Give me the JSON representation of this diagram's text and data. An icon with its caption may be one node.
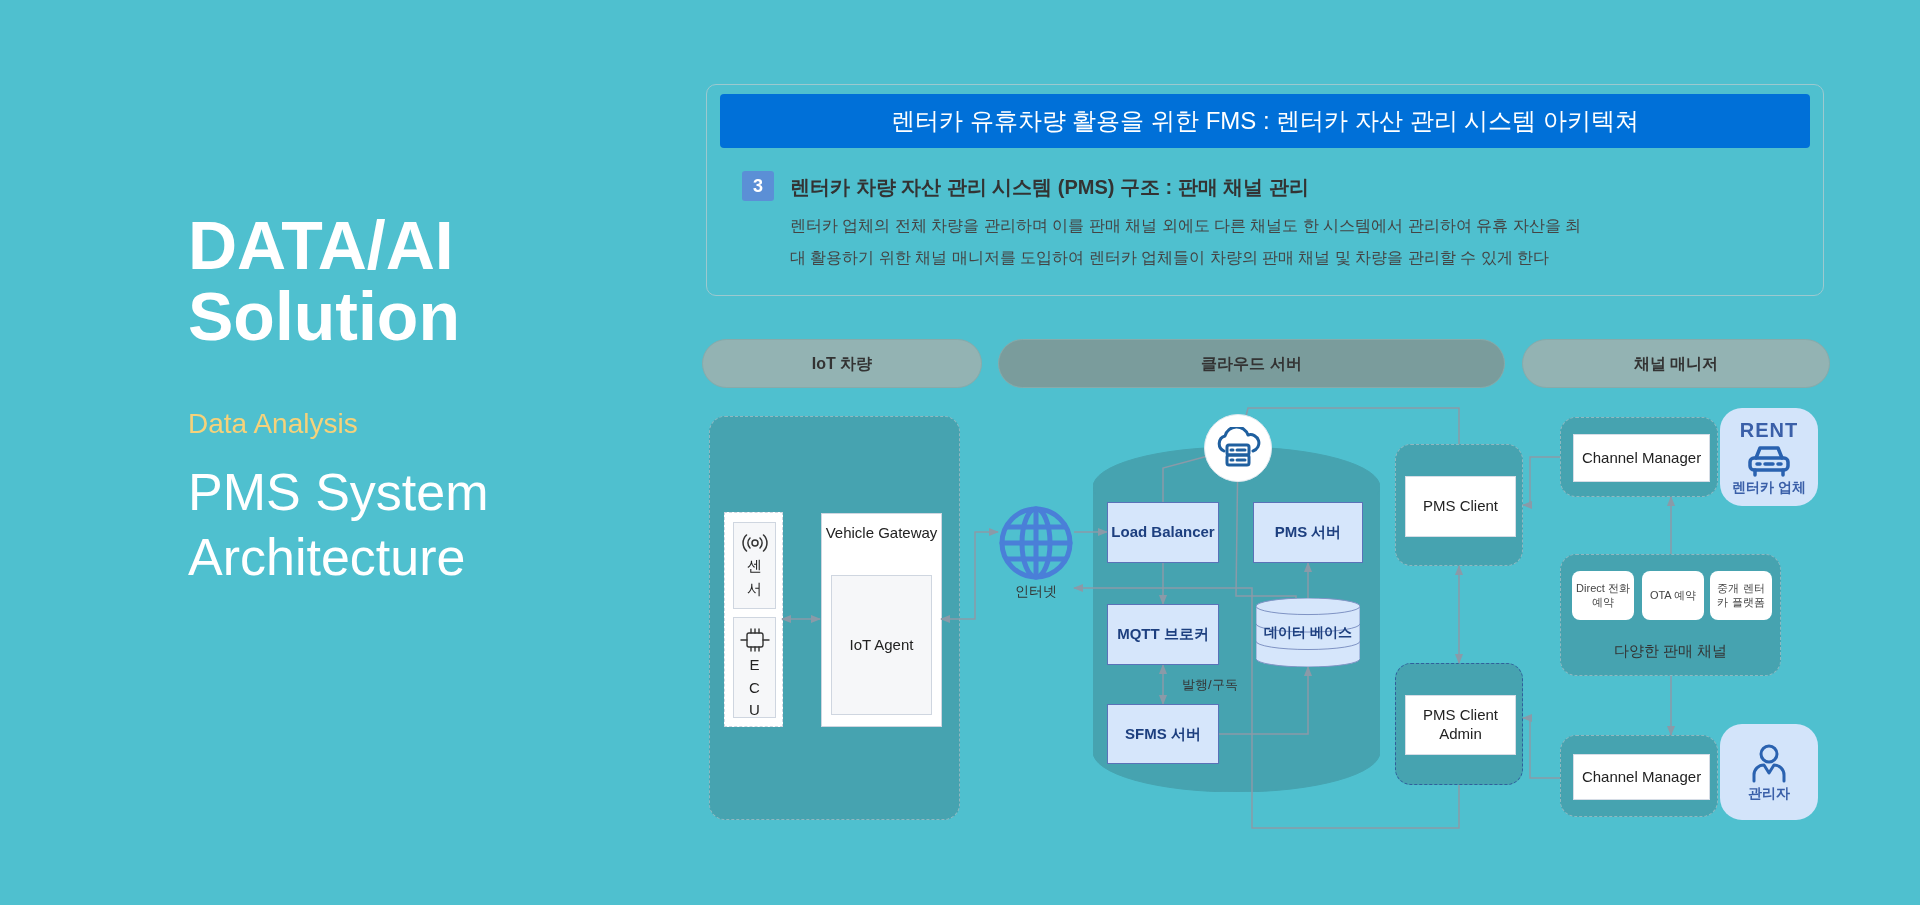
{
  "diagram": {
    "title": "렌터카 유휴차량 활용을 위한 FMS : 렌터카 자산 관리 시스템 아키텍쳐",
    "nodes": [
      {
        "text": [
          "IoT 차량"
        ]
      },
      {
        "text": [
          "클라우드 서버"
        ]
      },
      {
        "text": [
          "채널 매니저"
        ]
      },
      {
        "text": [],
        "shape": "box"
      },
      {
        "text": [],
        "shape": "box",
        "in": 3
      },
      {
        "text": [
          "센서"
        ],
        "in": 4
      },
      {
        "text": [
          "ECU"
        ],
        "in": 4
      },
      {
        "text": [
          "Vehicle Gateway"
        ],
        "in": 3
      },
      {
        "text": [
          "IoT Agent"
        ],
        "in": 7
      },
      {
        "text": [
          "인터넷"
        ]
      },
      {
        "text": [],
        "shape": "cylinder"
      },
      {
        "text": [],
        "shape": "circle",
        "in": 10
      },
      {
        "text": [
          "Load Balancer"
        ],
        "in": 10
      },
      {
        "text": [
          "PMS 서버"
        ],
        "in": 10
      },
      {
        "text": [
          "MQTT 브로커"
        ],
        "in": 10
      },
      {
        "text": [
          "데이터 베이스"
        ],
        "in": 10
      },
      {
        "text": [
          "SFMS 서버"
        ],
        "in": 10
      },
      {
        "text": [],
        "shape": "box"
      },
      {
        "text": [
          "PMS Client"
        ],
        "in": 17
      },
      {
        "text": [],
        "shape": "box"
      },
      {
        "text": [
          "PMS Client Admin"
        ],
        "in": 19
      },
      {
        "text": [],
        "shape": "box"
      },
      {
        "text": [
          "Channel Manager"
        ],
        "in": 21
      },
      {
        "text": [
          "RENT",
          "렌터카 업체"
        ]
      },
      {
        "text": [
          "다양한 판매 채널"
        ]
      },
      {
        "text": [
          "Direct 전화 예약"
        ],
        "in": 24
      },
      {
        "text": [
          "OTA 예약"
        ],
        "in": 24
      },
      {
        "text": [
          "중개 렌터카 플랫폼"
        ],
        "in": 24
      },
      {
        "text": [],
        "shape": "box"
      },
      {
        "text": [
          "Channel Manager"
        ],
        "in": 28
      },
      {
        "text": [
          "관리자"
        ]
      }
    ],
    "edges": [
      {
        "from": 4,
        "to": 7,
        "arrow": "both"
      },
      {
        "from": 7,
        "to": 9,
        "arrow": "both"
      },
      {
        "from": 9,
        "to": 12,
        "arrow": "to"
      },
      {
        "from": 11,
        "to": 12,
        "arrow": "none"
      },
      {
        "from": 11,
        "to": 15,
        "arrow": "none"
      },
      {
        "from": 15,
        "to": 13,
        "arrow": "to"
      },
      {
        "from": 12,
        "to": 14,
        "arrow": "to"
      },
      {
        "from": 14,
        "to": 16,
        "label": "발행/구독",
        "arrow": "both"
      },
      {
        "from": 16,
        "to": 15,
        "arrow": "to"
      },
      {
        "from": 11,
        "to": 17,
        "arrow": "none"
      },
      {
        "from": 19,
        "to": 9,
        "arrow": "to"
      },
      {
        "from": 17,
        "to": 19,
        "arrow": "both"
      },
      {
        "from": 21,
        "to": 17,
        "arrow": "to"
      },
      {
        "from": 28,
        "to": 19,
        "arrow": "to"
      },
      {
        "from": 24,
        "to": 21,
        "arrow": "to"
      },
      {
        "from": 24,
        "to": 28,
        "arrow": "to"
      }
    ],
    "labels": [
      "DATA/AI Solution",
      "Data Analysis",
      "PMS System Architecture",
      "3",
      "렌터카 차량 자산 관리 시스템 (PMS) 구조 : 판매 채널 관리",
      "렌터카 업체의 전체 차량을 관리하며 이를 판매 채널 외에도 다른 채널도 한 시스템에서 관리하여 유휴 자산을 최대 활용하기 위한 채널 매니저를 도입하여 렌터카 업체들이 차량의 판매 채널 및 차량을 관리할 수 있게 한다"
    ]
  }
}
